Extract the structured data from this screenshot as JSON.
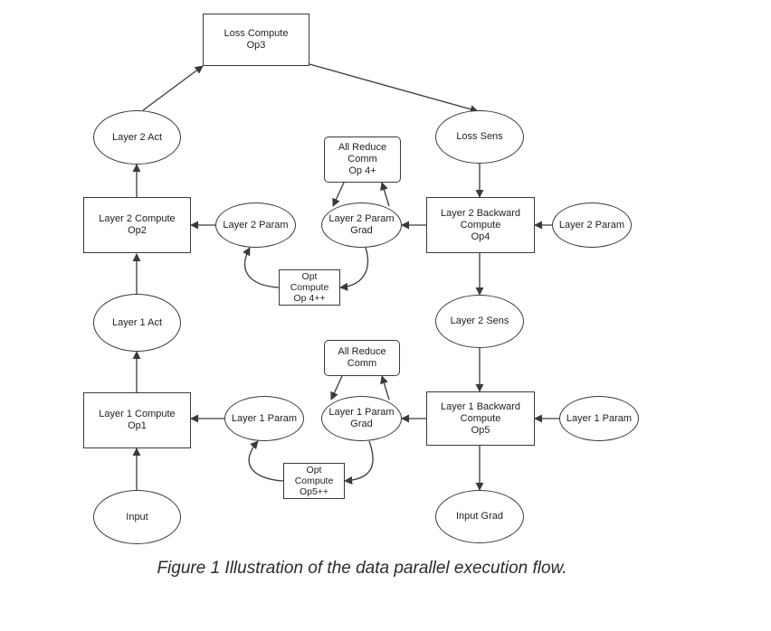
{
  "nodes": {
    "loss_compute": [
      "Loss Compute",
      "Op3"
    ],
    "layer2_act": [
      "Layer 2 Act"
    ],
    "loss_sens": [
      "Loss Sens"
    ],
    "allreduce_top": [
      "All Reduce",
      "Comm",
      "Op 4+"
    ],
    "layer2_compute": [
      "Layer 2 Compute",
      "Op2"
    ],
    "layer2_param_left": [
      "Layer 2 Param"
    ],
    "layer2_param_grad": [
      "Layer 2 Param",
      "Grad"
    ],
    "layer2_backward": [
      "Layer 2 Backward",
      "Compute",
      "Op4"
    ],
    "layer2_param_right": [
      "Layer 2 Param"
    ],
    "opt_compute_top": [
      "Opt",
      "Compute",
      "Op 4++"
    ],
    "layer1_act": [
      "Layer 1 Act"
    ],
    "layer2_sens": [
      "Layer 2 Sens"
    ],
    "allreduce_bottom": [
      "All Reduce",
      "Comm"
    ],
    "layer1_compute": [
      "Layer 1 Compute",
      "Op1"
    ],
    "layer1_param_left": [
      "Layer 1 Param"
    ],
    "layer1_param_grad": [
      "Layer 1 Param",
      "Grad"
    ],
    "layer1_backward": [
      "Layer 1 Backward",
      "Compute",
      "Op5"
    ],
    "layer1_param_right": [
      "Layer 1 Param"
    ],
    "opt_compute_bottom": [
      "Opt",
      "Compute",
      "Op5++"
    ],
    "input": [
      "Input"
    ],
    "input_grad": [
      "Input Grad"
    ]
  },
  "caption": "Figure 1 Illustration of the data parallel execution flow."
}
